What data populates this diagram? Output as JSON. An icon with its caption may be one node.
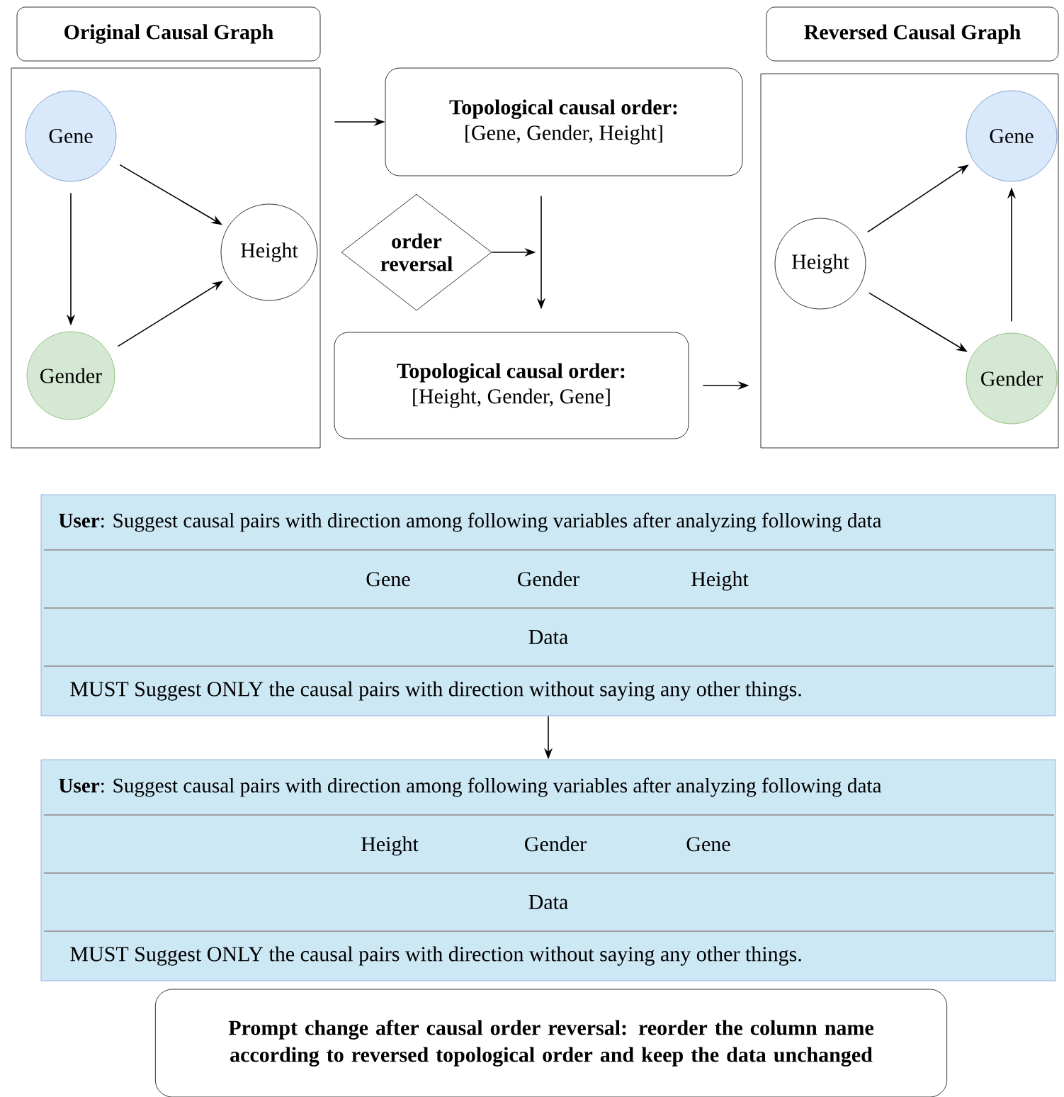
{
  "diagram": {
    "nodes": [
      {
        "text": [
          "Original Causal Graph"
        ]
      },
      {
        "text": [],
        "shape": "box"
      },
      {
        "text": [
          "Gene"
        ],
        "in": 1
      },
      {
        "text": [
          "Gender"
        ],
        "in": 1
      },
      {
        "text": [
          "Height"
        ],
        "in": 1
      },
      {
        "text": [
          "Topological causal order:",
          "[Gene, Gender, Height]"
        ]
      },
      {
        "text": [
          "order reversal"
        ]
      },
      {
        "text": [
          "Topological causal order:",
          "[Height, Gender, Gene]"
        ]
      },
      {
        "text": [
          "Reversed Causal Graph"
        ]
      },
      {
        "text": [],
        "shape": "box"
      },
      {
        "text": [
          "Height"
        ],
        "in": 9
      },
      {
        "text": [
          "Gene"
        ],
        "in": 9
      },
      {
        "text": [
          "Gender"
        ],
        "in": 9
      },
      {
        "text": [
          "**User**: Suggest causal pairs with direction among following variables after analyzing following data",
          "Gene",
          "Gender",
          "Height",
          "Data",
          "MUST Suggest ONLY the causal pairs with direction without saying any other things."
        ]
      },
      {
        "text": [
          "**User**: Suggest causal pairs with direction among following variables after analyzing following data",
          "Height",
          "Gender",
          "Gene",
          "Data",
          "MUST Suggest ONLY the causal pairs with direction without saying any other things."
        ]
      },
      {
        "text": [
          "Prompt change after causal order reversal: reorder the column name according to reversed topological order and keep the data unchanged"
        ]
      }
    ],
    "edges": [
      {
        "from": 2,
        "to": 4,
        "arrow": "to"
      },
      {
        "from": 2,
        "to": 3,
        "arrow": "to"
      },
      {
        "from": 3,
        "to": 4,
        "arrow": "to"
      },
      {
        "from": 1,
        "to": 5,
        "arrow": "to"
      },
      {
        "from": 6,
        "to": null,
        "arrow": "to"
      },
      {
        "from": 5,
        "to": 7,
        "arrow": "to"
      },
      {
        "from": 7,
        "to": 9,
        "arrow": "to"
      },
      {
        "from": 10,
        "to": 11,
        "arrow": "to"
      },
      {
        "from": 10,
        "to": 12,
        "arrow": "to"
      },
      {
        "from": 12,
        "to": 11,
        "arrow": "to"
      },
      {
        "from": 13,
        "to": 14,
        "arrow": "to"
      }
    ]
  }
}
